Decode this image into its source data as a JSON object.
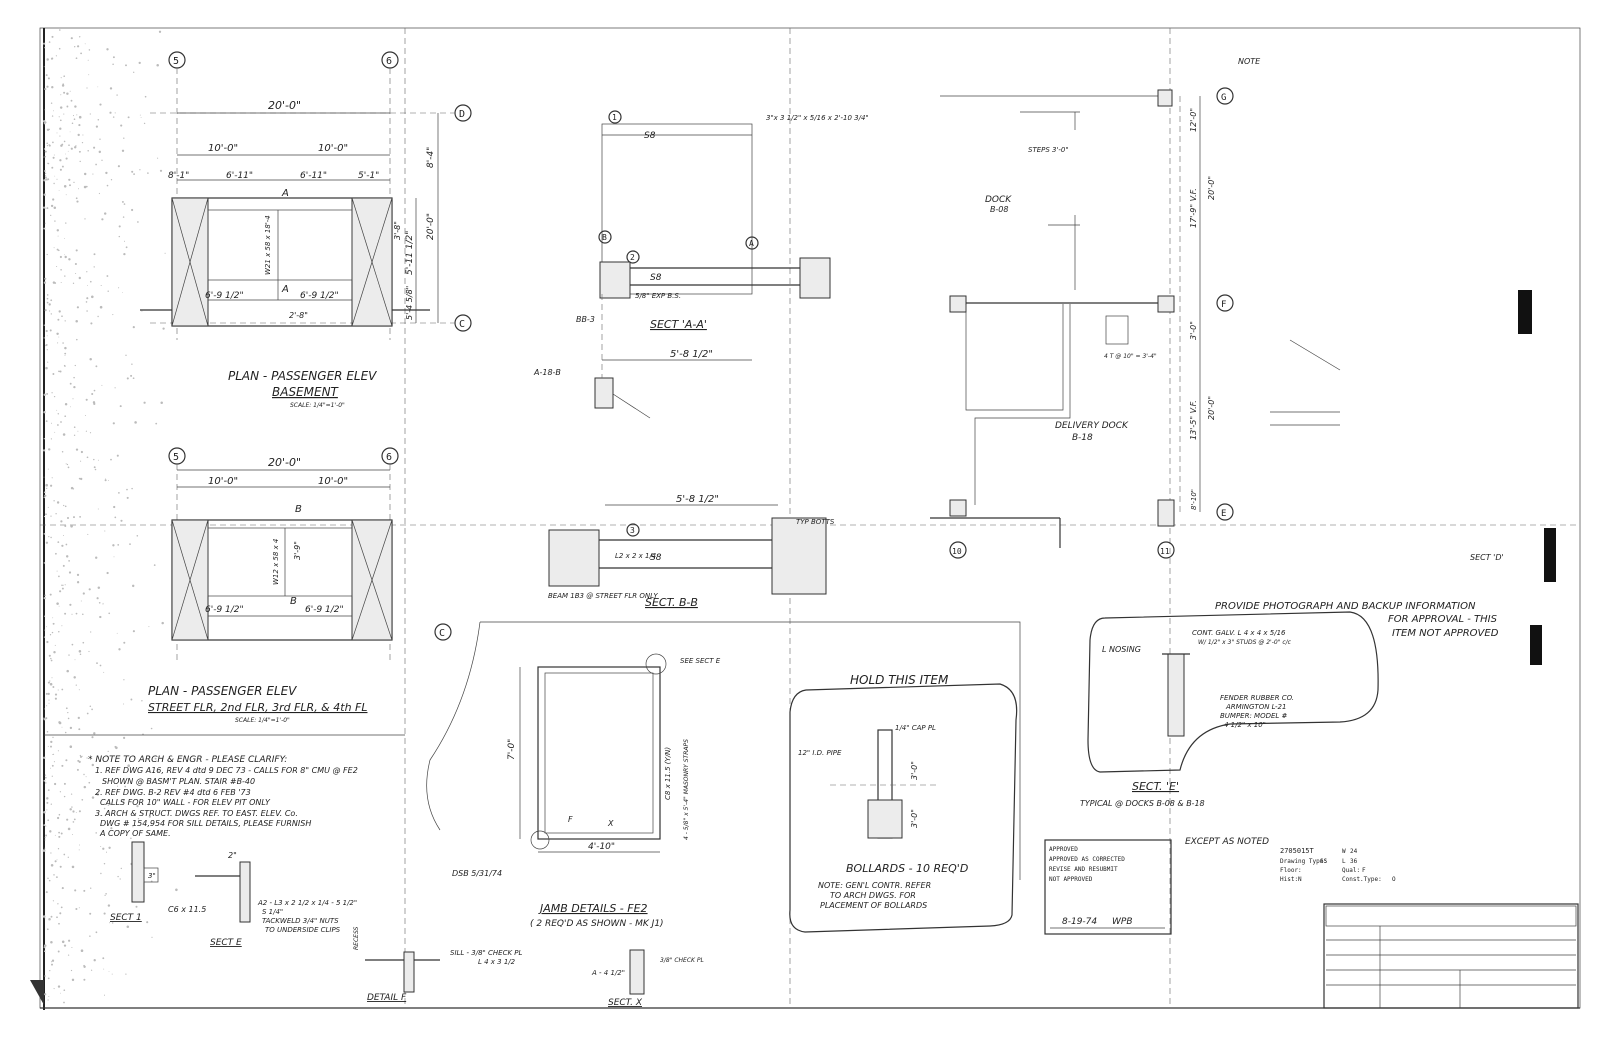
{
  "grid_bubbles": {
    "g5a": "5",
    "g6a": "6",
    "gD": "D",
    "gC1": "C",
    "g5b": "5",
    "g6b": "6",
    "gC2": "C",
    "gG": "G",
    "gF": "F",
    "gE": "E",
    "g10": "10",
    "g11": "11",
    "gB": "B",
    "gA": "A",
    "g1": "1",
    "g2": "2",
    "g3": "3"
  },
  "plan_basement": {
    "title": "PLAN - PASSENGER ELEV",
    "subtitle": "BASEMENT",
    "scale": "SCALE: 1/4\"=1'-0\"",
    "dims": {
      "overall": "20'-0\"",
      "half_l": "10'-0\"",
      "half_r": "10'-0\"",
      "s1": "8'-1\"",
      "s2": "6'-11\"",
      "s3": "6'-11\"",
      "s4": "5'-1\"",
      "s5": "2'-8\"",
      "bot_l": "6'-9 1/2\"",
      "bot_r": "6'-9 1/2\"",
      "v1": "8'-4\"",
      "v2": "20'-0\"",
      "v3": "5'-11 1/2\"",
      "v4": "5'-4 5/8\"",
      "v5": "3'-8\""
    },
    "cut_a": "A",
    "beam": "W21 x 58 x 18'-4"
  },
  "plan_street": {
    "title": "PLAN - PASSENGER ELEV",
    "subtitle": "STREET FLR, 2nd FLR, 3rd FLR, & 4th FL",
    "scale": "SCALE: 1/4\"=1'-0\"",
    "dims": {
      "overall": "20'-0\"",
      "half_l": "10'-0\"",
      "half_r": "10'-0\"",
      "bot_l": "6'-9 1/2\"",
      "bot_r": "6'-9 1/2\"",
      "v1": "3'-9\""
    },
    "cut_b": "B",
    "beam": "W12 x 58 x 4"
  },
  "sect_aa": {
    "label": "SECT 'A-A'",
    "dim": "5'-8 1/2\"",
    "beam": "S8",
    "note1": "3\"x 3 1/2\" x 5/16 x 2'-10 3/4\"",
    "note2": "5/8\" EXP B.S.",
    "bb": "BB-3",
    "tag": "A-18-B"
  },
  "sect_bb": {
    "label": "SECT. B-B",
    "dim": "5'-8 1/2\"",
    "beam": "S8",
    "note1": "L2 x 2 x 1/4",
    "note2": "BEAM 1B3 @ STREET FLR ONLY",
    "note3": "TYP BOTTS"
  },
  "dock": {
    "dock_label": "DOCK",
    "dock_sub": "B-08",
    "delivery": "DELIVERY DOCK",
    "delivery_sub": "B-18",
    "step": "STEPS 3'-0\"",
    "v1": "12'-0\"",
    "v2": "17'-9\" V.F.",
    "v3": "20'-0\"",
    "v4": "3'-0\"",
    "v5": "13'-5\" V.F.",
    "v6": "20'-0\"",
    "v7": "8'-10\"",
    "step2": "4 T @ 10\" = 3'-4\""
  },
  "jamb": {
    "label": "JAMB DETAILS - FE2",
    "sub": "( 2 REQ'D AS SHOWN - MK J1)",
    "dim_w": "4'-10\"",
    "dim_h": "7'-0\"",
    "beam": "C8 x 11.5 (Y/N)",
    "note": "4 - 5/8\" x 5'-4\" MASONRY STRAPS",
    "see": "SEE SECT E",
    "f": "F",
    "x": "X",
    "initials": "DSB 5/31/74"
  },
  "hold": {
    "title": "HOLD THIS ITEM",
    "pipe": "12\" I.D. PIPE",
    "cap": "1/4\" CAP PL",
    "d1": "3'-0\"",
    "d2": "3'-0\"",
    "bollards": "BOLLARDS - 10 REQ'D",
    "note1": "NOTE: GEN'L CONTR. REFER",
    "note2": "TO ARCH DWGS. FOR",
    "note3": "PLACEMENT OF BOLLARDS"
  },
  "sect_e": {
    "provide1": "PROVIDE PHOTOGRAPH AND BACKUP INFORMATION",
    "provide2": "FOR APPROVAL - THIS",
    "provide3": "ITEM NOT APPROVED",
    "nosing": "L NOSING",
    "cont": "CONT. GALV. L 4 x 4 x 5/16",
    "cont2": "W/ 1/2\" x 3\" STUDS @ 2'-0\" c/c",
    "fender1": "FENDER RUBBER CO.",
    "fender2": "ARMINGTON L-21",
    "fender3": "BUMPER: MODEL #",
    "fender4": "4 1/2\" x 10\"",
    "label": "SECT. 'E'",
    "typical": "TYPICAL @ DOCKS B-08 & B-18"
  },
  "notes": {
    "n0": "* NOTE TO ARCH & ENGR - PLEASE CLARIFY:",
    "n1": "1. REF DWG A16, REV 4 dtd 9 DEC 73 - CALLS FOR 8\" CMU @ FE2",
    "n1b": "SHOWN @ BASM'T PLAN. STAIR #B-40",
    "n2": "2. REF DWG. B-2 REV #4 dtd 6 FEB '73",
    "n2b": "CALLS FOR 10\" WALL - FOR ELEV PIT ONLY",
    "n3": "3. ARCH & STRUCT. DWGS REF. TO EAST. ELEV. Co.",
    "n3b": "DWG # 154,954 FOR SILL DETAILS, PLEASE FURNISH",
    "n3c": "A COPY OF SAME."
  },
  "details": {
    "sect1": "SECT 1",
    "secte": "SECT E",
    "ce": "C6 x 11.5",
    "a2": "A2 - L3 x 2 1/2 x 1/4 - 5 1/2\"",
    "a2b": "S 1/4\"",
    "tack": "TACKWELD 3/4\" NUTS",
    "tack2": "TO UNDERSIDE CLIPS",
    "detailf": "DETAIL F",
    "sill": "SILL - 3/8\" CHECK PL",
    "sill2": "L 4 x 3 1/2",
    "sectx": "SECT. X",
    "recess": "RECESS",
    "dim2": "2\"",
    "dim3": "3\"",
    "a45": "A - 4 1/2\"",
    "chk": "3/8\" CHECK PL"
  },
  "stamp": {
    "s1": "APPROVED",
    "s2": "APPROVED AS CORRECTED",
    "s3": "REVISE AND RESUBMIT",
    "s4": "NOT APPROVED",
    "date": "8-19-74",
    "init": "WPB",
    "except": "EXCEPT AS NOTED"
  },
  "title_block": {
    "number": "2705015T",
    "dtype": "Drawing Type:",
    "dtype_v": "SS",
    "floor": "Floor:",
    "hist": "Hist:",
    "hist_v": "N",
    "w": "W",
    "w_v": "24",
    "l": "L",
    "l_v": "36",
    "qual": "Qual:",
    "qual_v": "F",
    "const": "Const.Type:",
    "const_v": "O"
  },
  "margin_note": {
    "top": "NOTE",
    "mid": "SECT 'D'"
  }
}
